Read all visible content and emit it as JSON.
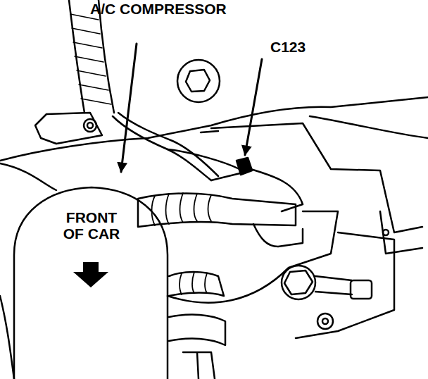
{
  "diagram": {
    "labels": [
      "A/C COMPRESSOR",
      "C123",
      "FRONT OF CAR"
    ]
  }
}
